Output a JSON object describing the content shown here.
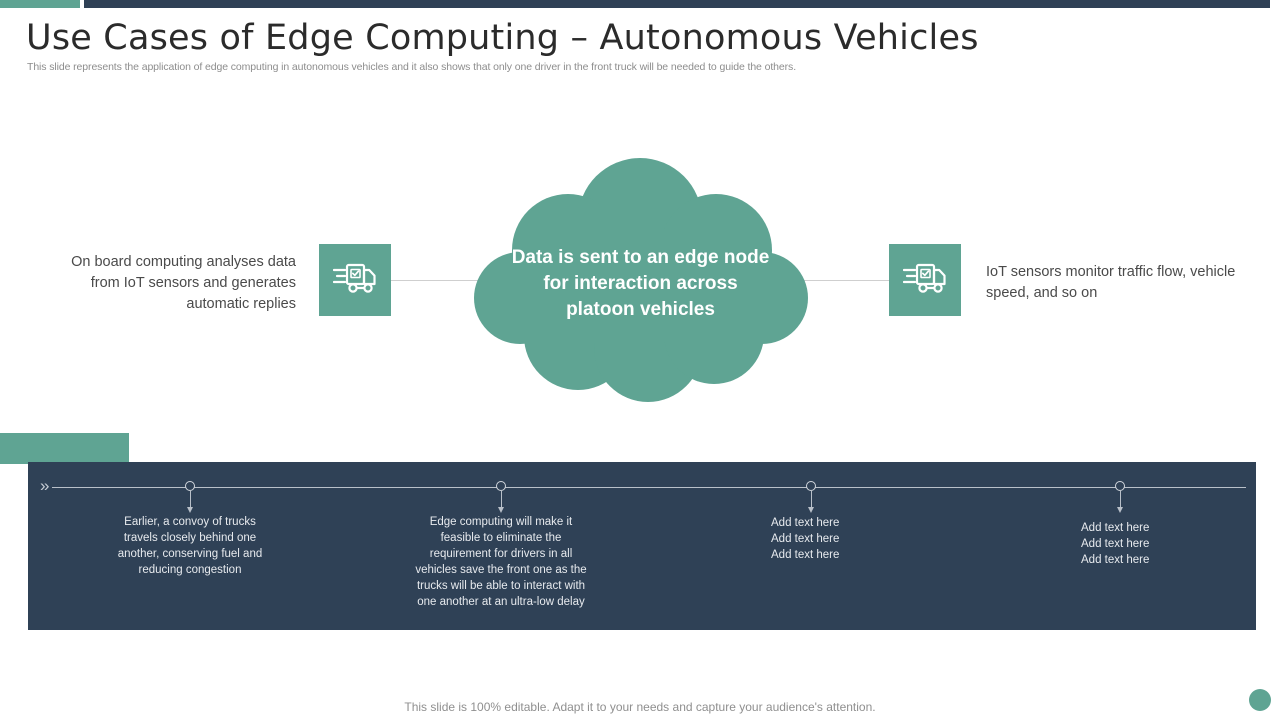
{
  "header": {
    "title": "Use Cases of Edge Computing – Autonomous Vehicles",
    "subtitle": "This slide represents the application of edge computing in autonomous vehicles and it also shows that only one driver in the front truck will be needed to guide the others."
  },
  "colors": {
    "accent_green": "#5FA493",
    "panel_navy": "#2F4156",
    "body_text": "#4a4a4a",
    "muted_text": "#8d8d8d",
    "connector_line": "#cfcfcf"
  },
  "diagram": {
    "center_label": "Data is sent to an edge node for interaction across platoon vehicles",
    "left_label": "On board computing analyses data from IoT sensors and generates automatic replies",
    "right_label": "IoT sensors monitor traffic flow, vehicle speed, and so on",
    "left_icon": "delivery-truck-check-icon",
    "right_icon": "delivery-truck-check-icon",
    "center_shape": "cloud-shape"
  },
  "timeline": {
    "start_marker": "»",
    "items": [
      {
        "id": 1,
        "text": "Earlier, a convoy of trucks travels closely behind one another, conserving fuel and reducing congestion",
        "lines": [
          "Earlier, a convoy of trucks",
          "travels closely behind one",
          "another, conserving fuel and",
          "reducing congestion"
        ]
      },
      {
        "id": 2,
        "text": "Edge computing will make it feasible to eliminate the requirement for drivers in all vehicles save the front one as the trucks will be able to interact with one another at an ultra-low delay",
        "lines": [
          "Edge computing will make it",
          "feasible to eliminate the",
          "requirement for drivers in all",
          "vehicles save the front one as the",
          "trucks will be able to interact with",
          "one another at an ultra-low delay"
        ]
      },
      {
        "id": 3,
        "text": "Add text here Add text here Add text here",
        "lines": [
          "Add text here",
          "Add text here",
          "Add text here"
        ]
      },
      {
        "id": 4,
        "text": "Add text here Add text here Add text here",
        "lines": [
          "Add text here",
          "Add text here",
          "Add text here"
        ]
      }
    ]
  },
  "footer": {
    "note": "This slide is 100% editable. Adapt it to your needs and capture your audience's attention."
  }
}
